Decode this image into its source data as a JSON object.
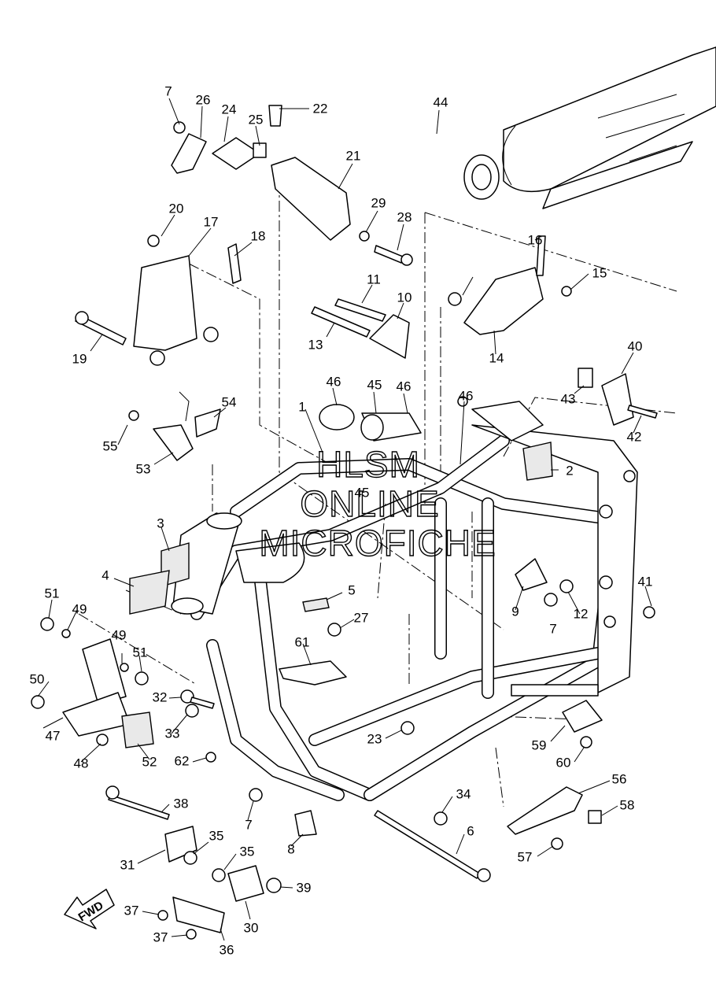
{
  "diagram": {
    "watermark": [
      "HLSM",
      "ONLINE",
      "MICROFICHE"
    ],
    "fwd_label": "FWD",
    "callouts": [
      "7",
      "26",
      "24",
      "25",
      "22",
      "44",
      "21",
      "29",
      "28",
      "20",
      "17",
      "18",
      "16",
      "15",
      "11",
      "10",
      "19",
      "13",
      "14",
      "46",
      "45",
      "46",
      "46",
      "40",
      "43",
      "42",
      "1",
      "54",
      "55",
      "53",
      "2",
      "45",
      "3",
      "4",
      "51",
      "49",
      "49",
      "51",
      "50",
      "47",
      "48",
      "52",
      "5",
      "27",
      "9",
      "12",
      "7",
      "41",
      "61",
      "32",
      "33",
      "62",
      "23",
      "59",
      "60",
      "38",
      "35",
      "31",
      "35",
      "34",
      "6",
      "56",
      "58",
      "57",
      "37",
      "37",
      "36",
      "30",
      "39",
      "7",
      "8"
    ]
  }
}
